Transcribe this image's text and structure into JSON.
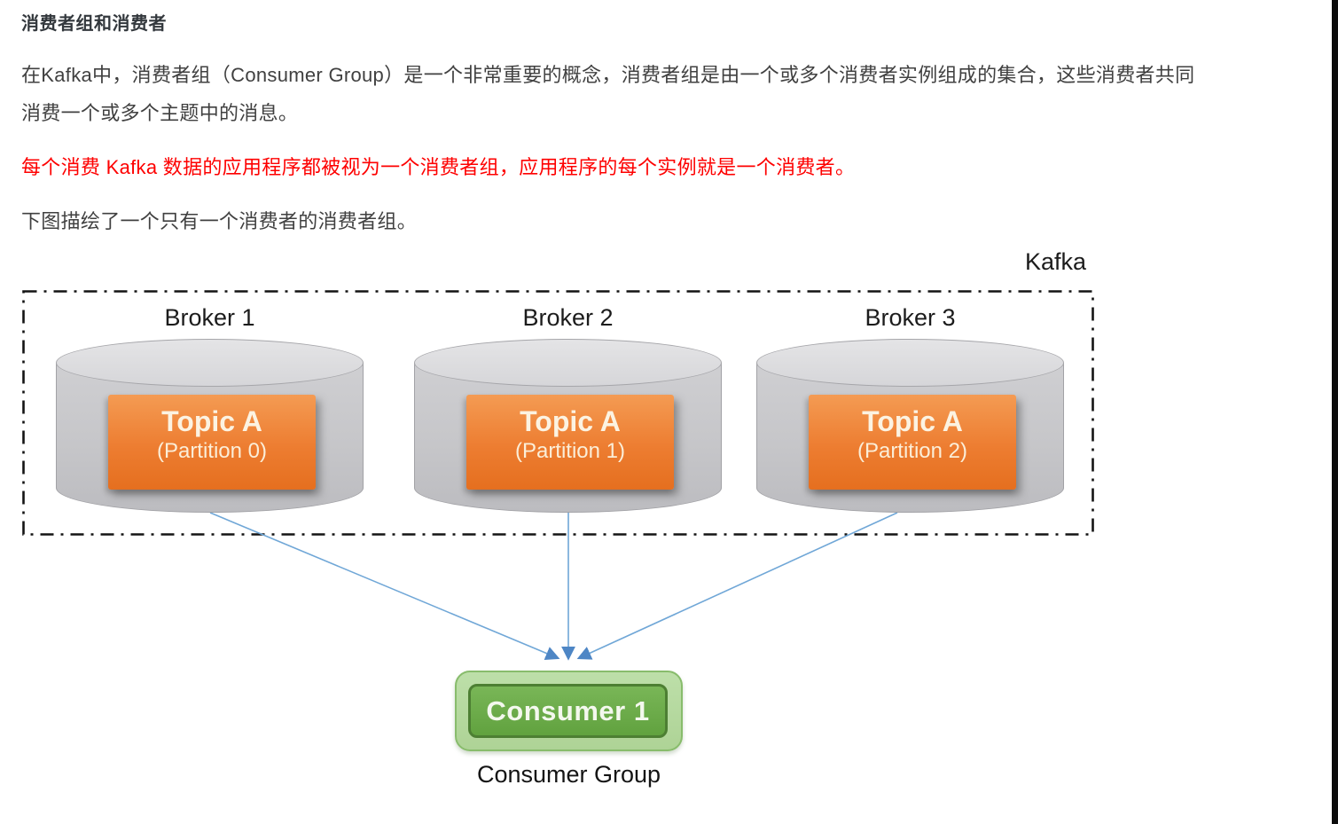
{
  "page": {
    "heading": "消费者组和消费者",
    "para1": "在Kafka中，消费者组（Consumer Group）是一个非常重要的概念，消费者组是由一个或多个消费者实例组成的集合，这些消费者共同消费一个或多个主题中的消息。",
    "para1_line1": "在Kafka中，消费者组（Consumer Group）是一个非常重要的概念，消费者组是由一个或多个消费者实例组成的集合，这些消费者共同",
    "para1_line2": "消费一个或多个主题中的消息。",
    "para_red": "每个消费 Kafka 数据的应用程序都被视为一个消费者组，应用程序的每个实例就是一个消费者。",
    "para2": "下图描绘了一个只有一个消费者的消费者组。"
  },
  "diagram": {
    "cluster_label": "Kafka",
    "brokers": [
      {
        "label": "Broker 1",
        "topic": "Topic A",
        "partition": "(Partition 0)"
      },
      {
        "label": "Broker 2",
        "topic": "Topic A",
        "partition": "(Partition 1)"
      },
      {
        "label": "Broker 3",
        "topic": "Topic A",
        "partition": "(Partition 2)"
      }
    ],
    "consumer": {
      "label": "Consumer 1"
    },
    "group_label": "Consumer Group",
    "arrows": "each broker partition -> Consumer 1"
  },
  "colors": {
    "body_text": "#404040",
    "highlight_text": "#fe0000",
    "topic_orange": "#ed7d31",
    "cylinder_gray": "#c6c6c9",
    "consumer_green": "#61a23f",
    "consumer_green_light": "#aed396",
    "arrow_blue": "#70a7d7",
    "dashed_border": "#141414"
  }
}
